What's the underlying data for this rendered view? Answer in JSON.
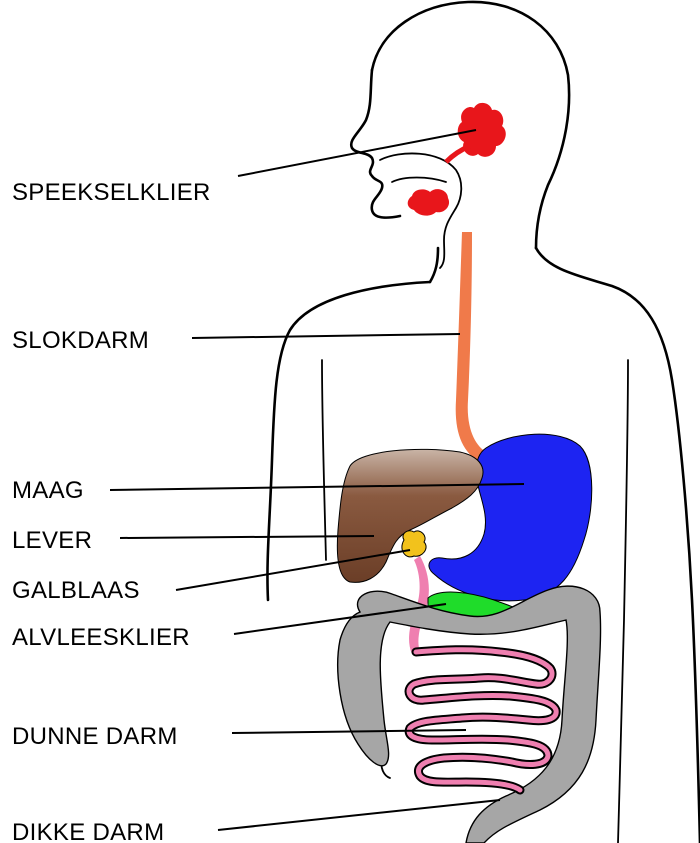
{
  "labels": {
    "speekselklier": "SPEEKSELKLIER",
    "slokdarm": "SLOKDARM",
    "maag": "MAAG",
    "lever": "LEVER",
    "galblaas": "GALBLAAS",
    "alvleesklier": "ALVLEESKLIER",
    "dunne_darm": "DUNNE DARM",
    "dikke_darm": "DIKKE DARM"
  },
  "colors": {
    "salivary": "#e8161b",
    "esophagus": "#f07a4a",
    "stomach": "#1d24f2",
    "liver": "#7a4a33",
    "gallbladder": "#f2c21c",
    "pancreas": "#1fdc2a",
    "small_intestine": "#ef7fb0",
    "large_intestine": "#a6a6a6"
  }
}
